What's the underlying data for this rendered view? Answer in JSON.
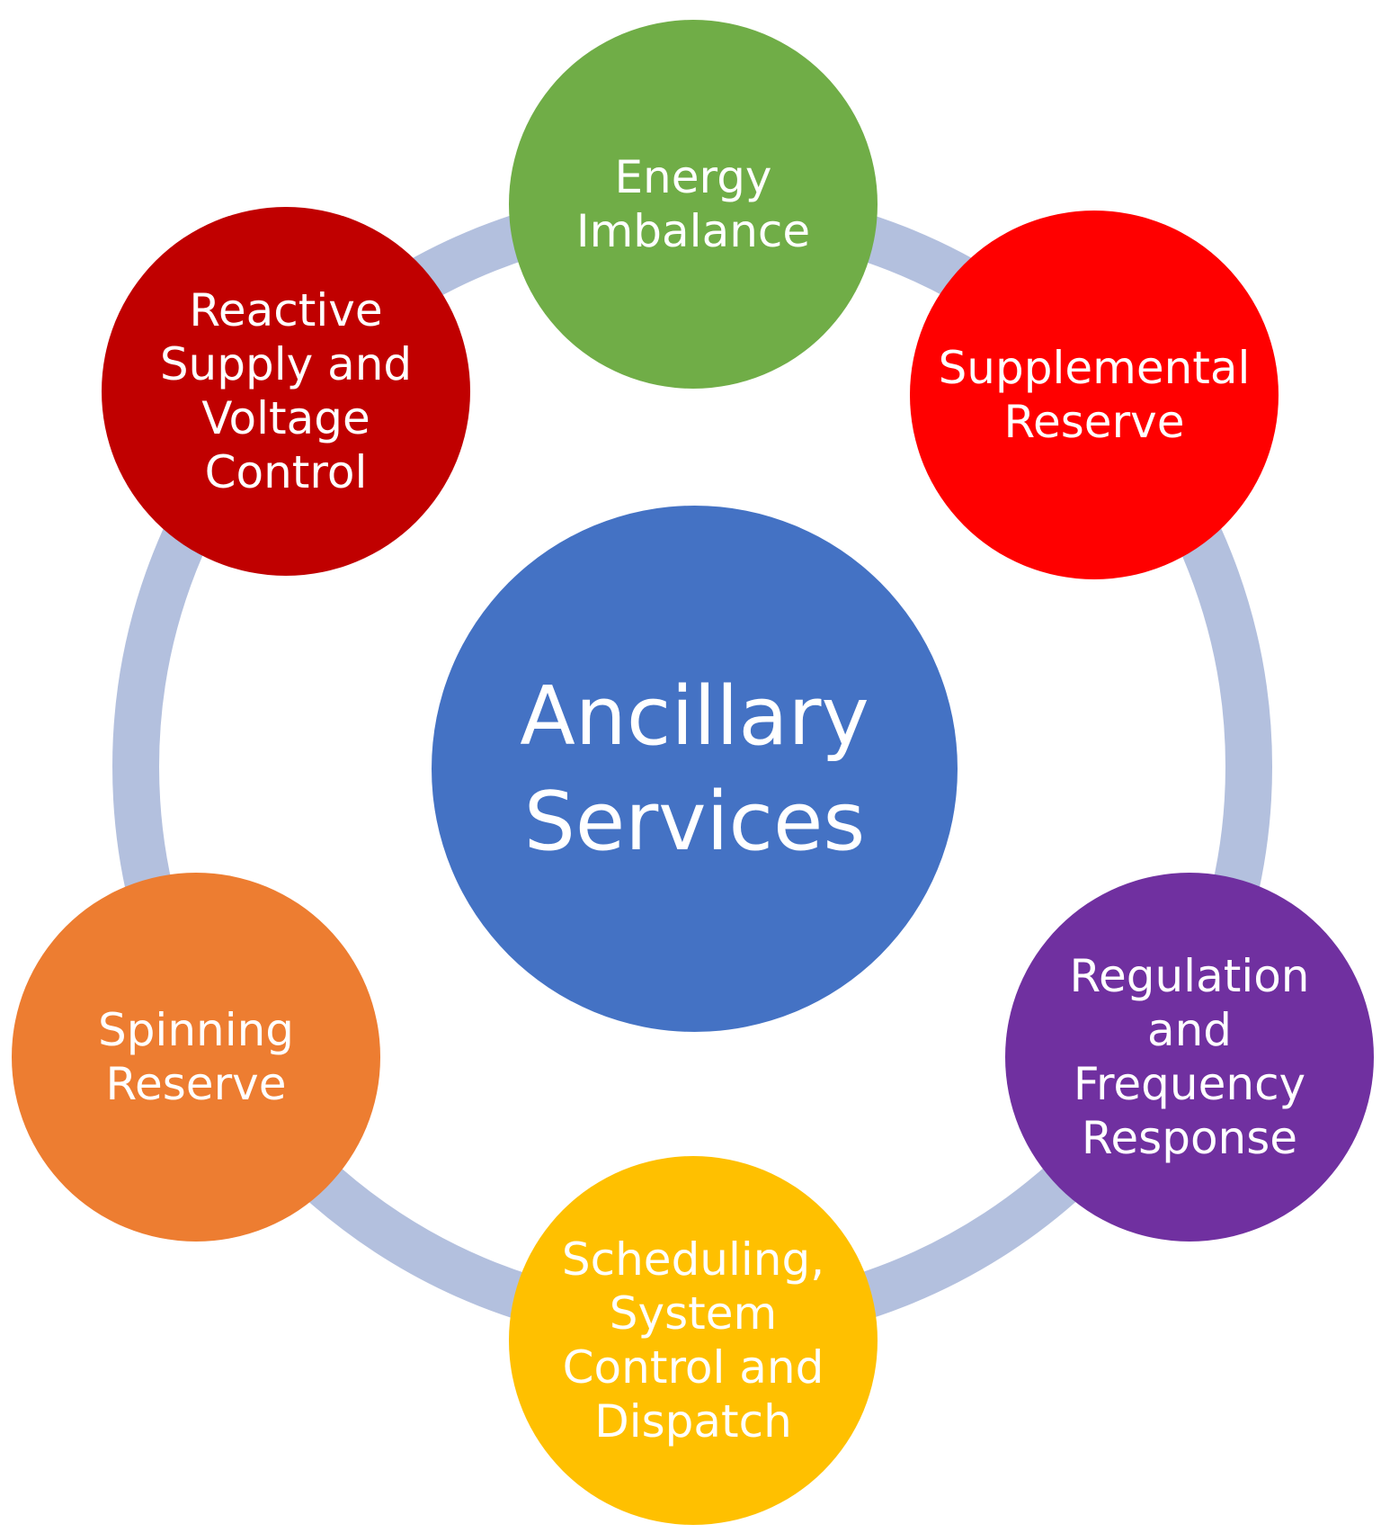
{
  "diagram": {
    "ring_color": "#b3c0de",
    "center": {
      "label": "Ancillary\nServices",
      "color": "#4472c4"
    },
    "nodes": [
      {
        "id": "energy",
        "label": "Energy\nImbalance",
        "color": "#70ad47"
      },
      {
        "id": "supplemental",
        "label": "Supplemental\nReserve",
        "color": "#ff0000"
      },
      {
        "id": "regulation",
        "label": "Regulation\nand\nFrequency\nResponse",
        "color": "#7030a0"
      },
      {
        "id": "scheduling",
        "label": "Scheduling,\nSystem\nControl and\nDispatch",
        "color": "#ffc000"
      },
      {
        "id": "spinning",
        "label": "Spinning\nReserve",
        "color": "#ed7d31"
      },
      {
        "id": "reactive",
        "label": "Reactive\nSupply and\nVoltage\nControl",
        "color": "#c00000"
      }
    ]
  }
}
